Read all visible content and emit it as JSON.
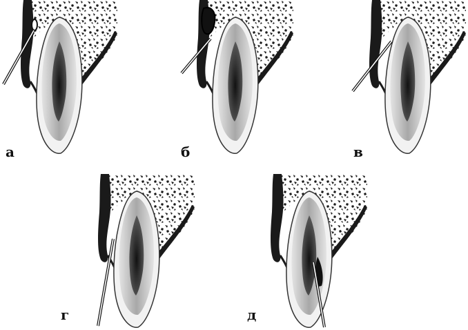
{
  "panels": [
    {
      "id": "a",
      "label": "а"
    },
    {
      "id": "b",
      "label": "б"
    },
    {
      "id": "v",
      "label": "в"
    },
    {
      "id": "g",
      "label": "г"
    },
    {
      "id": "d",
      "label": "д"
    }
  ],
  "colors": {
    "ink": "#111111",
    "bone": "#1a1a1a",
    "enamel": "#f2f2f2",
    "dentin": "#bdbdbd",
    "pulp": "#2b2b2b",
    "instrument": "#ffffff"
  },
  "icons": {
    "tooth": "tooth-icon",
    "bone": "alveolar-bone-icon",
    "probe": "periodontal-probe-icon",
    "cavity": "pocket-cavity-icon"
  }
}
